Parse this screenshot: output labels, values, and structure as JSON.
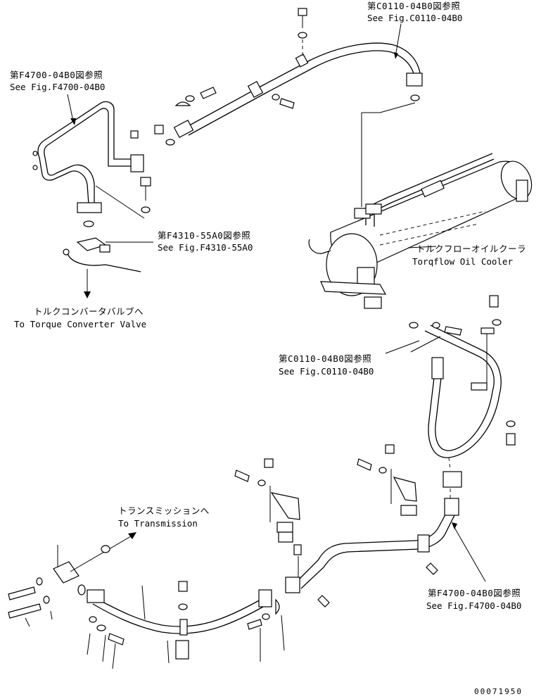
{
  "labels": {
    "ref_c0110_top_jp": "第C0110-04B0図参照",
    "ref_c0110_top_en": "See Fig.C0110-04B0",
    "ref_f4700_left_jp": "第F4700-04B0図参照",
    "ref_f4700_left_en": "See Fig.F4700-04B0",
    "ref_f4310_jp": "第F4310-55A0図参照",
    "ref_f4310_en": "See Fig.F4310-55A0",
    "cooler_jp": "トルクフローオイルクーラ",
    "cooler_en": "Torqflow Oil Cooler",
    "torque_valve_jp": "トルクコンバータバルブへ",
    "torque_valve_en": "To Torque Converter Valve",
    "ref_c0110_mid_jp": "第C0110-04B0図参照",
    "ref_c0110_mid_en": "See Fig.C0110-04B0",
    "transmission_jp": "トランスミッションへ",
    "transmission_en": "To Transmission",
    "ref_f4700_right_jp": "第F4700-04B0図参照",
    "ref_f4700_right_en": "See Fig.F4700-04B0",
    "drawing_number": "00071950"
  }
}
